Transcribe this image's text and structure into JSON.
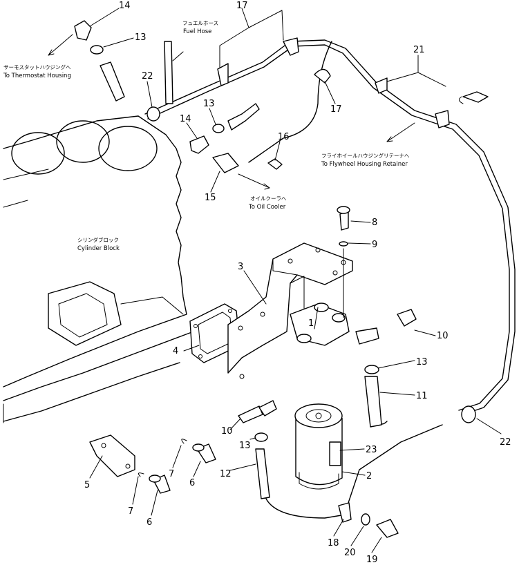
{
  "labels": {
    "thermostat_jp": "サーモスタットハウジングへ",
    "thermostat_en": "To Thermostat Housing",
    "fuelhose_jp": "フュエルホース",
    "fuelhose_en": "Fuel Hose",
    "flywheel_jp": "フライホイールハウジングリテーナへ",
    "flywheel_en": "To Flywheel Housing Retainer",
    "oilcooler_jp": "オイルクーラへ",
    "oilcooler_en": "To Oil Cooler",
    "block_jp": "シリンダブロック",
    "block_en": "Cylinder Block"
  },
  "callouts": [
    "14",
    "13",
    "17",
    "22",
    "21",
    "17",
    "14",
    "13",
    "16",
    "15",
    "8",
    "9",
    "3",
    "1",
    "10",
    "13",
    "11",
    "4",
    "23",
    "10",
    "13",
    "12",
    "2",
    "5",
    "7",
    "6",
    "7",
    "6",
    "22",
    "18",
    "20",
    "19"
  ]
}
